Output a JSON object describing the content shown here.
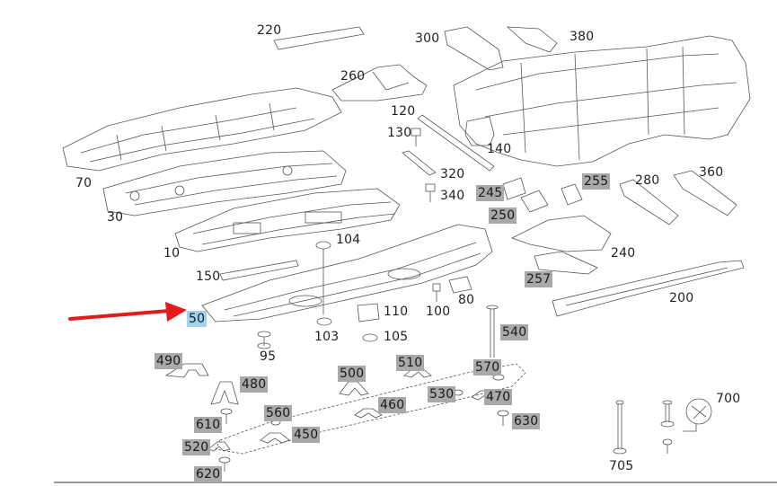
{
  "diagram": {
    "highlight_color": "#9fd4ee",
    "gray_label_color": "#a9a9a9",
    "arrow_color": "#e31b1b",
    "arrow_target_part": "50",
    "parts": {
      "p220": "220",
      "p300": "300",
      "p380": "380",
      "p260": "260",
      "p120": "120",
      "p130": "130",
      "p140": "140",
      "p70": "70",
      "p320": "320",
      "p340": "340",
      "p245": "245",
      "p255": "255",
      "p280": "280",
      "p360": "360",
      "p30": "30",
      "p250": "250",
      "p104": "104",
      "p10": "10",
      "p240": "240",
      "p150": "150",
      "p257": "257",
      "p200": "200",
      "p80": "80",
      "p100": "100",
      "p110": "110",
      "p50": "50",
      "p103": "103",
      "p105": "105",
      "p540": "540",
      "p95": "95",
      "p490": "490",
      "p500": "500",
      "p510": "510",
      "p570": "570",
      "p480": "480",
      "p530": "530",
      "p470": "470",
      "p460": "460",
      "p560": "560",
      "p610": "610",
      "p630": "630",
      "p450": "450",
      "p520": "520",
      "p620": "620",
      "p700": "700",
      "p705": "705"
    }
  }
}
